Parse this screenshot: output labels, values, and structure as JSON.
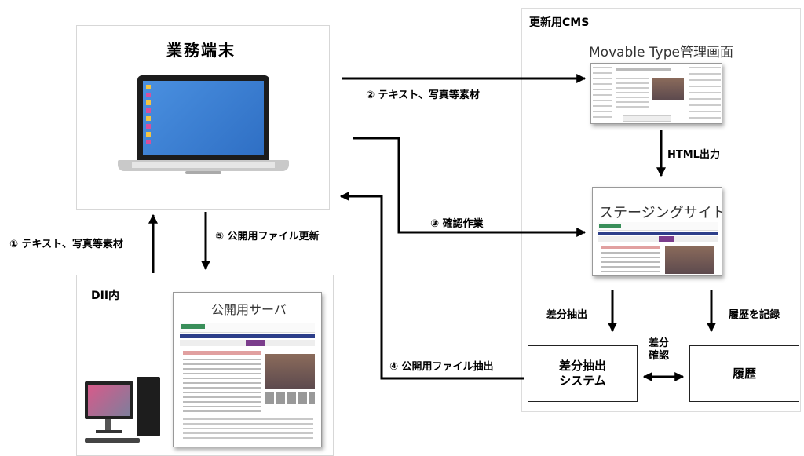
{
  "terminal": {
    "title": "業務端末"
  },
  "dii": {
    "title": "DII内",
    "server_title": "公開用サーバ"
  },
  "cms": {
    "title": "更新用CMS",
    "mt_title": "Movable Type管理画面",
    "staging_title": "ステージングサイト",
    "html_output": "HTML出力",
    "diff_extract": "差分抽出",
    "history_record": "履歴を記録",
    "diff_system_line1": "差分抽出",
    "diff_system_line2": "システム",
    "diff_check_line1": "差分",
    "diff_check_line2": "確認",
    "history": "履歴"
  },
  "flows": {
    "step1": "① テキスト、写真等素材",
    "step2": "② テキスト、写真等素材",
    "step3": "③ 確認作業",
    "step4": "④ 公開用ファイル抽出",
    "step5": "⑤ 公開用ファイル更新"
  },
  "colors": {
    "arrow": "#000000",
    "laptop_screen": "#3b7fd4",
    "accent_purple": "#7b3d8c"
  }
}
